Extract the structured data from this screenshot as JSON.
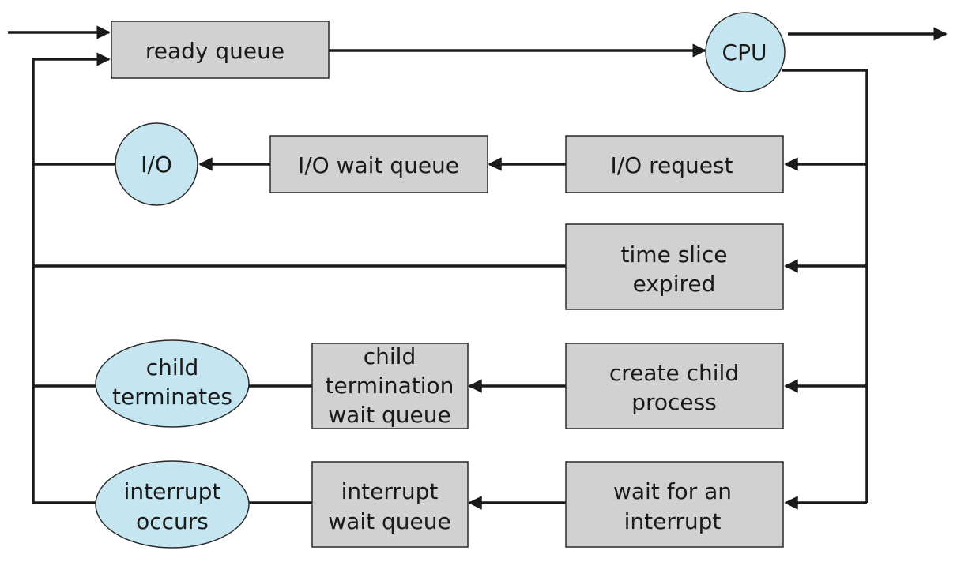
{
  "colors": {
    "queue_fill": "#d1d1d1",
    "node_fill": "#c5e6f0",
    "line": "#1a1a1a"
  },
  "boxes": {
    "ready_queue": [
      "ready queue"
    ],
    "io_wait_queue": [
      "I/O wait queue"
    ],
    "io_request": [
      "I/O request"
    ],
    "time_slice_expired": [
      "time slice",
      "expired"
    ],
    "create_child_process": [
      "create child",
      "process"
    ],
    "child_termination_wait_queue": [
      "child",
      "termination",
      "wait queue"
    ],
    "wait_for_interrupt": [
      "wait for an",
      "interrupt"
    ],
    "interrupt_wait_queue": [
      "interrupt",
      "wait queue"
    ]
  },
  "nodes": {
    "cpu": [
      "CPU"
    ],
    "io": [
      "I/O"
    ],
    "child_terminates": [
      "child",
      "terminates"
    ],
    "interrupt_occurs": [
      "interrupt",
      "occurs"
    ]
  }
}
